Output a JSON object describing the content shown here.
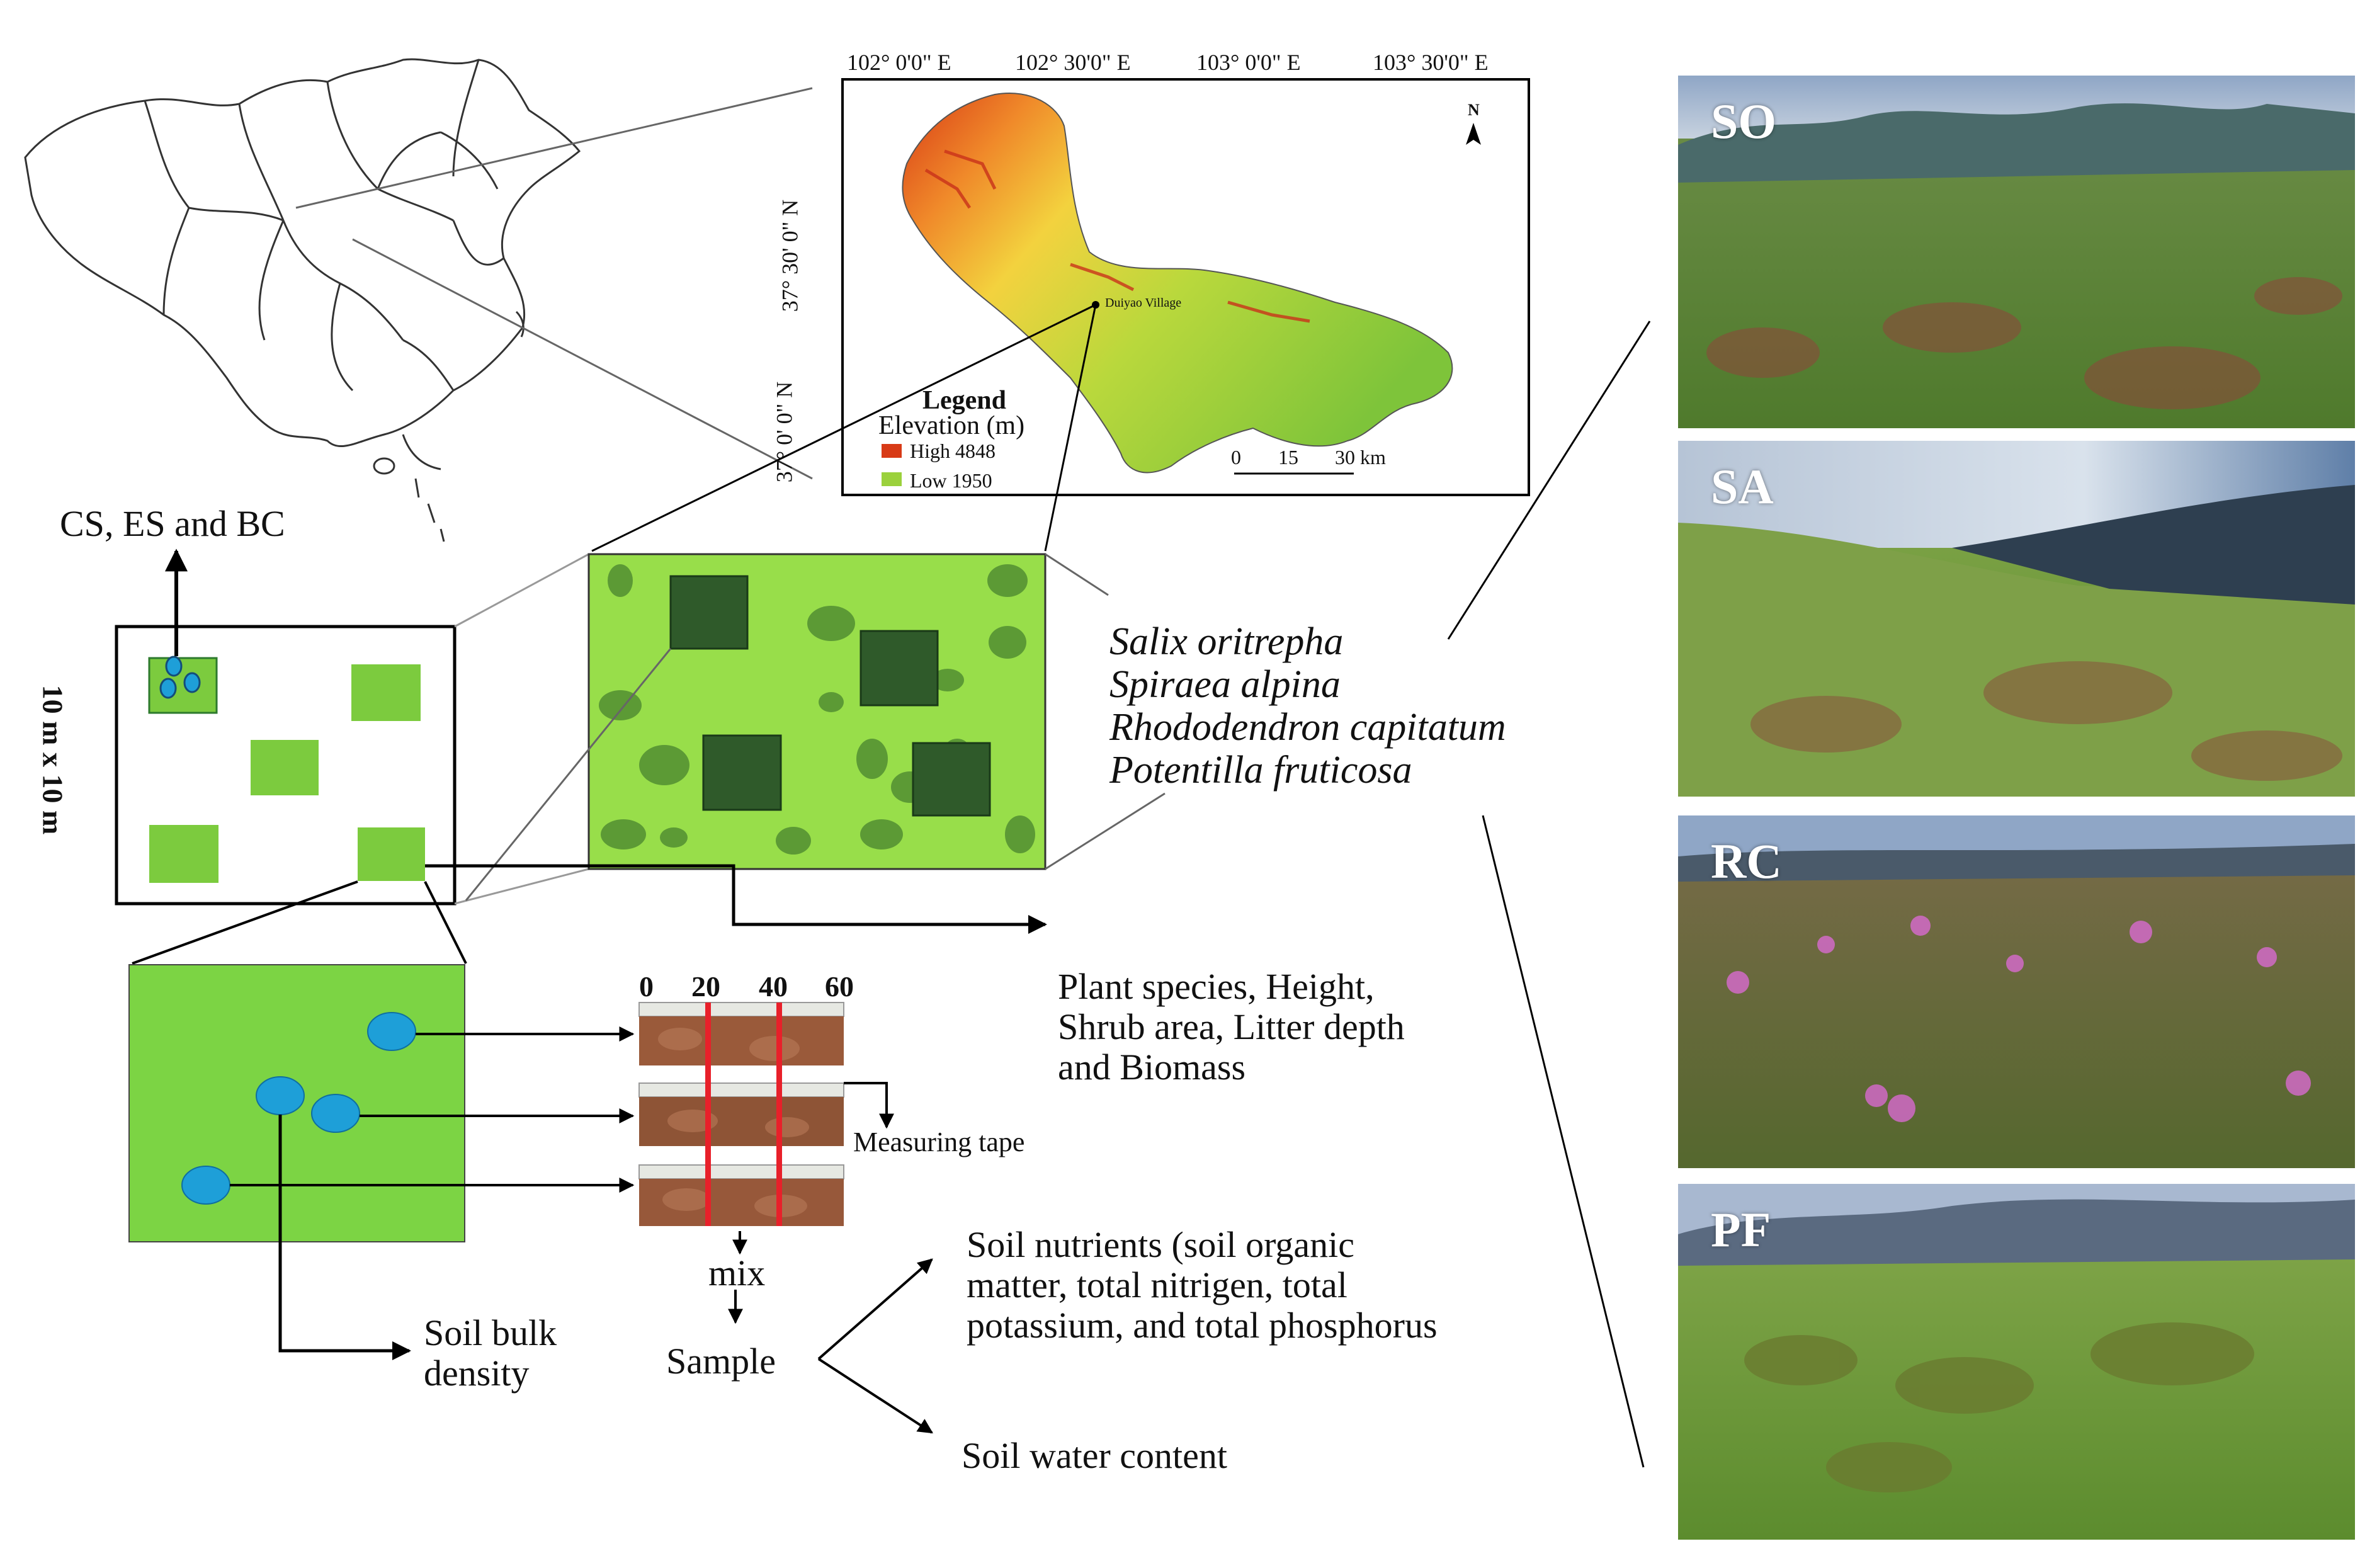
{
  "map": {
    "lon_ticks": [
      "102° 0'0\" E",
      "102° 30'0\" E",
      "103° 0'0\" E",
      "103° 30'0\" E"
    ],
    "lat_ticks": [
      "37° 30' 0\" N",
      "37° 0' 0\" N"
    ],
    "village_label": "Duiyao Village",
    "legend_title": "Legend",
    "legend_subtitle": "Elevation (m)",
    "legend_high": "High 4848",
    "legend_low": "Low 1950",
    "scale_labels": [
      "0",
      "15",
      "30 km"
    ],
    "north_symbol": "N",
    "colors": {
      "high": "#d83a16",
      "mid": "#f3c43a",
      "low": "#7ec43a"
    }
  },
  "plot": {
    "dimension_label": "10 m x 10 m",
    "top_output_label": "CS, ES and BC",
    "colors": {
      "quadrat": "#7ccb3e",
      "dark_shrub": "#2f5a2a",
      "oval": "#5c9a35",
      "soil_core": "#1e9fd8"
    }
  },
  "species": [
    "Salix oritrepha",
    "Spiraea alpina",
    "Rhododendron capitatum",
    "Potentilla fruticosa"
  ],
  "vegetation_output": {
    "lines": [
      "Plant species, Height,",
      "Shrub area, Litter depth",
      "and Biomass"
    ]
  },
  "soil": {
    "tape_ticks": [
      "0",
      "20",
      "40",
      "60"
    ],
    "measuring_tape_label": "Measuring tape",
    "mix_label": "mix",
    "sample_label": "Sample",
    "bulk_density_lines": [
      "Soil bulk",
      "density"
    ],
    "nutrients_lines": [
      "Soil nutrients (soil organic",
      "matter, total nitrigen, total",
      "potassium, and total phosphorus"
    ],
    "water_content_label": "Soil water content"
  },
  "photos": [
    {
      "label": "SO"
    },
    {
      "label": "SA"
    },
    {
      "label": "RC"
    },
    {
      "label": "PF"
    }
  ]
}
